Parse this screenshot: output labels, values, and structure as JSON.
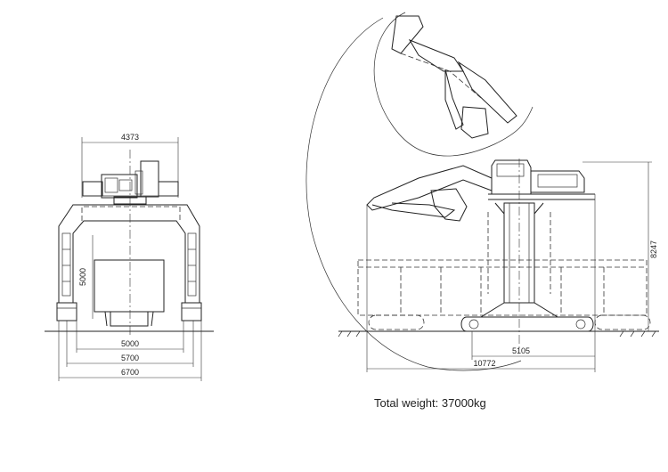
{
  "front_view": {
    "dims": {
      "cab_width": "4373",
      "height": "5000",
      "inner_width": "5000",
      "track_width": "5700",
      "overall_width": "6700"
    }
  },
  "side_view": {
    "dims": {
      "height": "8247",
      "base": "5105",
      "length": "10772"
    }
  },
  "caption": "Total weight: 37000kg"
}
